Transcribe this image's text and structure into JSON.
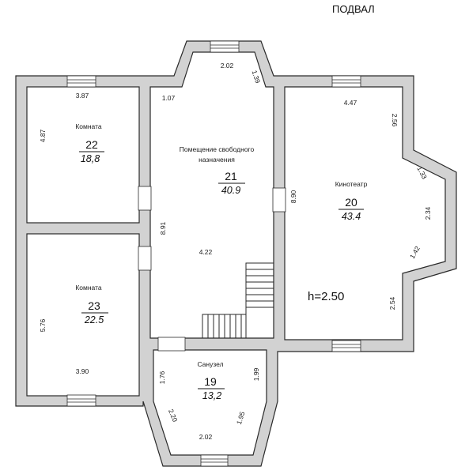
{
  "title": "ПОДВАЛ",
  "ceiling_height": "h=2.50",
  "rooms": [
    {
      "id": "room-22",
      "name": "Комната",
      "number": "22",
      "area": "18,8"
    },
    {
      "id": "room-21",
      "name_line1": "Помещение свободного",
      "name_line2": "назначения",
      "number": "21",
      "area": "40.9"
    },
    {
      "id": "room-20",
      "name": "Кинотеатр",
      "number": "20",
      "area": "43.4"
    },
    {
      "id": "room-23",
      "name": "Комната",
      "number": "23",
      "area": "22.5"
    },
    {
      "id": "room-19",
      "name": "Санузел",
      "number": "19",
      "area": "13,2"
    }
  ],
  "dimensions": {
    "d_202_top": "2.02",
    "d_139": "1.39",
    "d_107": "1.07",
    "d_387": "3.87",
    "d_447": "4.47",
    "d_256": "2.56",
    "d_487": "4.87",
    "d_133": "1.33",
    "d_890": "8.90",
    "d_234": "2.34",
    "d_891": "8.91",
    "d_422": "4.22",
    "d_142": "1.42",
    "d_576": "5.76",
    "d_254": "2.54",
    "d_390": "3.90",
    "d_176": "1.76",
    "d_199": "1.99",
    "d_220": "2.20",
    "d_195": "1.95",
    "d_202_bottom": "2.02"
  }
}
